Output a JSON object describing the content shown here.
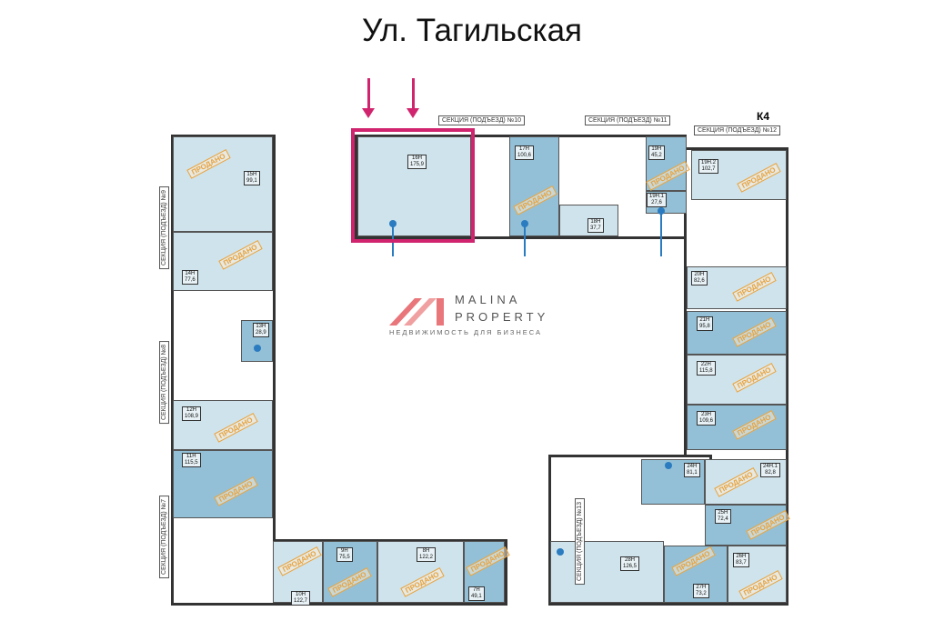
{
  "header": {
    "title": "Ул. Тагильская"
  },
  "colors": {
    "accent": "#d0246e",
    "unit_light": "#cfe3ec",
    "unit_dark": "#93c0d6",
    "sold_stamp": "#e8a23c",
    "pointer": "#2a7bc0"
  },
  "building": "К4",
  "logo": {
    "line1": "MALINA",
    "line2": "PROPERTY",
    "tagline": "НЕДВИЖИМОСТЬ ДЛЯ БИЗНЕСА"
  },
  "sold_label": "ПРОДАНО",
  "sections": [
    "СЕКЦИЯ (ПОДЪЕЗД) №9",
    "СЕКЦИЯ (ПОДЪЕЗД) №8",
    "СЕКЦИЯ (ПОДЪЕЗД) №7",
    "СЕКЦИЯ (ПОДЪЕЗД) №10",
    "СЕКЦИЯ (ПОДЪЕЗД) №11",
    "СЕКЦИЯ (ПОДЪЕЗД) №12",
    "СЕКЦИЯ (ПОДЪЕЗД) №13"
  ],
  "units": [
    {
      "id": "15Н",
      "area": "99,1",
      "sold": true
    },
    {
      "id": "14Н",
      "area": "77,6",
      "sold": true
    },
    {
      "id": "13Н",
      "area": "28,9",
      "sold": false
    },
    {
      "id": "12Н",
      "area": "108,9",
      "sold": true
    },
    {
      "id": "11Н",
      "area": "115,5",
      "sold": true
    },
    {
      "id": "10Н",
      "area": "122,7",
      "sold": true
    },
    {
      "id": "9Н",
      "area": "75,5",
      "sold": true
    },
    {
      "id": "8Н",
      "area": "122,2",
      "sold": true
    },
    {
      "id": "7Н",
      "area": "49,1",
      "sold": true
    },
    {
      "id": "16Н",
      "area": "175,9",
      "sold": false,
      "highlighted": true
    },
    {
      "id": "17Н",
      "area": "100,6",
      "sold": true
    },
    {
      "id": "18Н",
      "area": "37,7",
      "sold": false
    },
    {
      "id": "19Н",
      "area": "45,2",
      "sold": true
    },
    {
      "id": "19Н.1",
      "area": "27,6",
      "sold": false
    },
    {
      "id": "19Н.2",
      "area": "102,7",
      "sold": true
    },
    {
      "id": "20Н",
      "area": "82,6",
      "sold": true
    },
    {
      "id": "21Н",
      "area": "95,8",
      "sold": true
    },
    {
      "id": "22Н",
      "area": "115,8",
      "sold": true
    },
    {
      "id": "23Н",
      "area": "109,6",
      "sold": true
    },
    {
      "id": "24Н",
      "area": "81,1",
      "sold": false
    },
    {
      "id": "24Н.1",
      "area": "82,8",
      "sold": true
    },
    {
      "id": "25Н",
      "area": "72,4",
      "sold": true
    },
    {
      "id": "26Н",
      "area": "83,7",
      "sold": true
    },
    {
      "id": "27Н",
      "area": "73,2",
      "sold": true
    },
    {
      "id": "28Н",
      "area": "126,5",
      "sold": false
    }
  ]
}
